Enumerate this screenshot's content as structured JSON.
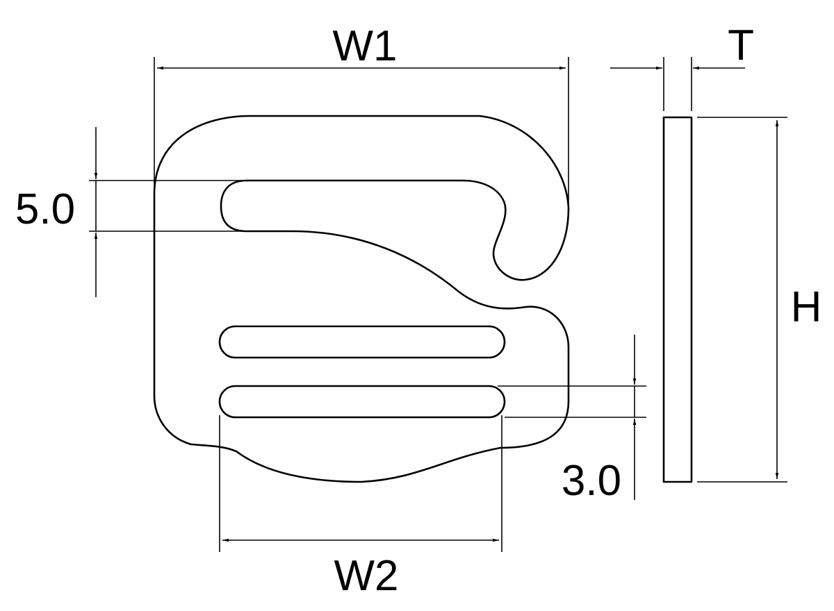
{
  "diagram": {
    "colors": {
      "line": "#000000",
      "background": "#ffffff"
    },
    "labels": {
      "width_outer": "W1",
      "width_inner": "W2",
      "thickness": "T",
      "height": "H",
      "slot_top_width": "5.0",
      "slot_bottom_width": "3.0"
    }
  }
}
